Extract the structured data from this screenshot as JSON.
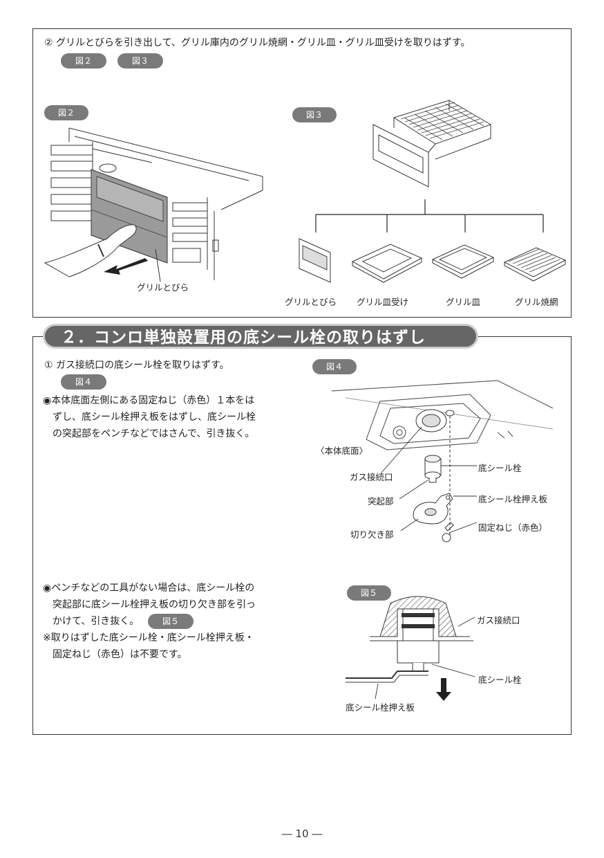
{
  "section1": {
    "step": "② グリルとびらを引き出して、グリル庫内のグリル焼網・グリル皿・グリル皿受けを取りはずす。",
    "ref_fig2": "図２",
    "ref_fig3": "図３",
    "fig2": {
      "badge": "図２",
      "label_door": "グリルとびら"
    },
    "fig3": {
      "badge": "図３",
      "parts": [
        "グリルとびら",
        "グリル皿受け",
        "グリル皿",
        "グリル焼網"
      ]
    }
  },
  "section2": {
    "title": "２．コンロ単独設置用の底シール栓の取りはずし",
    "step": "① ガス接続口の底シール栓を取りはずす。",
    "ref_fig4": "図４",
    "para1": [
      "◉本体底面左側にある固定ねじ（赤色）１本をは",
      "ずし、底シール栓押え板をはずし、底シール栓",
      "の突起部をペンチなどではさんで、引き抜く。"
    ],
    "para2": [
      "◉ペンチなどの工具がない場合は、底シール栓の",
      "突起部に底シール栓押え板の切り欠き部を引っ",
      "かけて、引き抜く。"
    ],
    "ref_fig5": "図５",
    "note": [
      "※取りはずした底シール栓・底シール栓押え板・",
      "固定ねじ（赤色）は不要です。"
    ],
    "fig4": {
      "badge": "図４",
      "bottom_label": "〈本体底面〉",
      "gas_port": "ガス接続口",
      "protrusion": "突起部",
      "notch": "切り欠き部",
      "seal_plug": "底シール栓",
      "seal_plate": "底シール栓押え板",
      "screw": "固定ねじ（赤色）"
    },
    "fig5": {
      "badge": "図５",
      "gas_port": "ガス接続口",
      "seal_plug": "底シール栓",
      "seal_plate": "底シール栓押え板"
    }
  },
  "page_number": "― 10 ―"
}
